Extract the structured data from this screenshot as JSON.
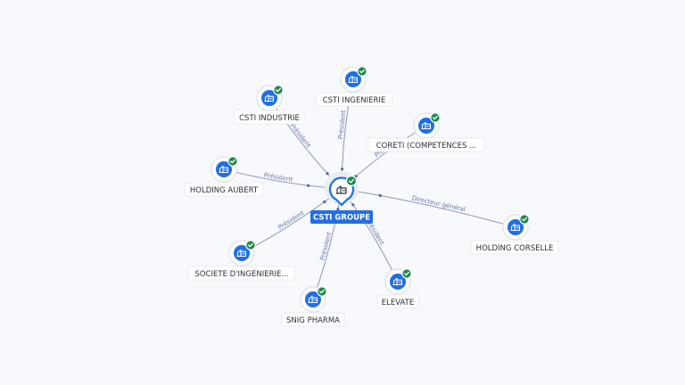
{
  "center": {
    "label": "CSTI GROUPE",
    "icon": "building-icon"
  },
  "nodes": [
    {
      "id": "csti-industrie",
      "label": "CSTI INDUSTRIE",
      "relation": "Président",
      "verified": true,
      "icon": "building-icon"
    },
    {
      "id": "csti-ingenierie",
      "label": "CSTI INGENIERIE",
      "relation": "Président",
      "verified": true,
      "icon": "building-icon"
    },
    {
      "id": "coreti",
      "label": "CORETI (COMPETENCES ...",
      "relation": "Président",
      "verified": true,
      "icon": "building-icon"
    },
    {
      "id": "holding-aubert",
      "label": "HOLDING AUBERT",
      "relation": "Président",
      "verified": true,
      "icon": "building-icon"
    },
    {
      "id": "holding-corselle",
      "label": "HOLDING CORSELLE",
      "relation": "Directeur général",
      "verified": true,
      "icon": "building-icon"
    },
    {
      "id": "societe-ingenierie",
      "label": "SOCIETE D'INGENIERIE...",
      "relation": "Président",
      "verified": true,
      "icon": "building-icon"
    },
    {
      "id": "snig-pharma",
      "label": "SNIG PHARMA",
      "relation": "Président",
      "verified": true,
      "icon": "building-icon"
    },
    {
      "id": "elevate",
      "label": "ELEVATE",
      "relation": "Président",
      "verified": true,
      "icon": "building-icon"
    }
  ],
  "colors": {
    "accent": "#1f6fe5",
    "verified": "#1e8a4c",
    "edge": "#8e97b8",
    "edge_label": "#6577a8"
  }
}
